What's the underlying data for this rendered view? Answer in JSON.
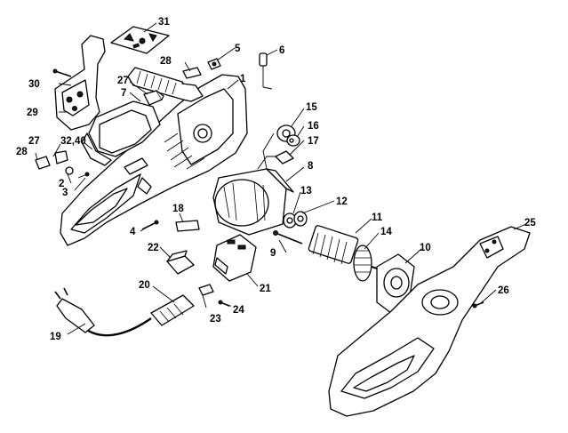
{
  "callouts": {
    "p1": "1",
    "p2": "2",
    "p3": "3",
    "p4": "4",
    "p5": "5",
    "p6": "6",
    "p7": "7",
    "p8": "8",
    "p9": "9",
    "p10": "10",
    "p11": "11",
    "p12": "12",
    "p13": "13",
    "p14": "14",
    "p15": "15",
    "p16": "16",
    "p17": "17",
    "p18": "18",
    "p19": "19",
    "p20": "20",
    "p21": "21",
    "p22": "22",
    "p23": "23",
    "p24": "24",
    "p25": "25",
    "p26": "26",
    "p27a": "27",
    "p27b": "27",
    "p28a": "28",
    "p28b": "28",
    "p29": "29",
    "p30": "30",
    "p31": "31",
    "p32_40": "32,40"
  }
}
